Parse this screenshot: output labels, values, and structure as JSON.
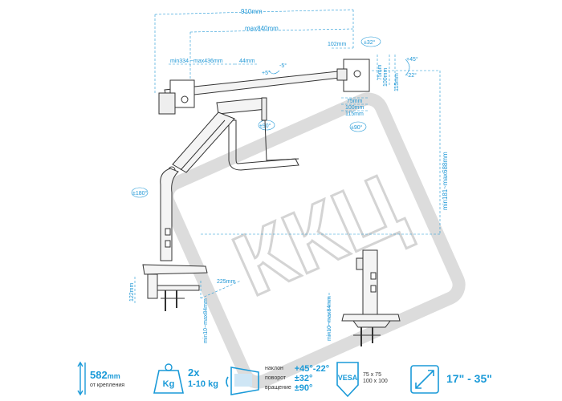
{
  "watermark": "ККЦ",
  "dimensions": {
    "width_total": "910mm",
    "width_max": "max840mm",
    "arm_span": "min334 ~max436mm",
    "offset": "44mm",
    "plate_side": "102mm",
    "vesa_top_a": "75mm",
    "vesa_top_b": "100mm",
    "vesa_top_c": "115mm",
    "vesa_side_a": "75mm",
    "vesa_side_b": "100mm",
    "vesa_side_c": "115mm",
    "height_range": "min181~max688mm",
    "clamp_height": "122mm",
    "clamp_depth": "225mm",
    "desk_thickness": "min10~max84mm",
    "desk_thickness_2": "min10~max84mm"
  },
  "angles": {
    "rot_32": "±32°",
    "tilt_up": "+45°",
    "tilt_down": "-22°",
    "plus5": "+5°",
    "minus5": "-5°",
    "rot_90": "±90°",
    "swivel_90": "±90°",
    "swivel_180": "±180°"
  },
  "specs": {
    "height_value": "582",
    "height_unit": "mm",
    "height_note": "от крепления",
    "kg_icon_text": "Kg",
    "count": "2x",
    "load": "1-10 kg",
    "tilt_label": "наклон",
    "tilt_value": "+45°-22°",
    "turn_label": "поворот",
    "turn_value": "±32°",
    "rotate_label": "вращение",
    "rotate_value": "±90°",
    "vesa_text": "VESA",
    "vesa_a": "75 x 75",
    "vesa_b": "100 x 100",
    "screen_size": "17\" - 35\""
  },
  "colors": {
    "accent": "#1a9ad8",
    "line": "#333333",
    "watermark": "#d6d6d6"
  }
}
